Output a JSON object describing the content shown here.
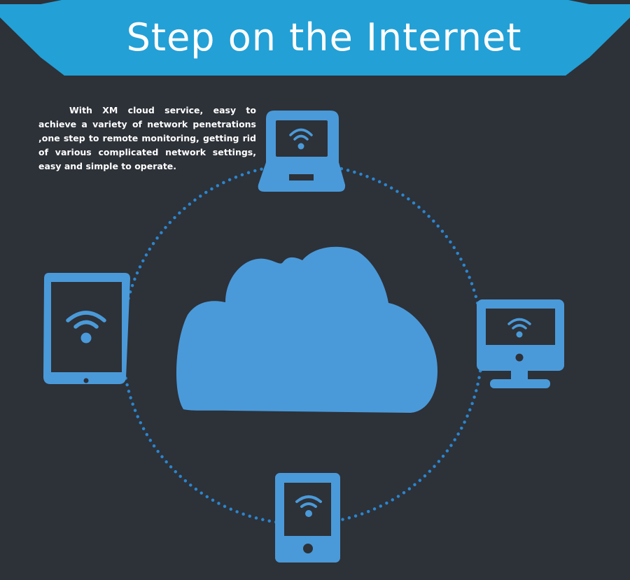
{
  "banner": {
    "title": "Step on the Internet"
  },
  "description": "With XM cloud service, easy to achieve a variety of network penetrations ,one step to remote monitoring, getting rid of various complicated network settings, easy and simple to operate.",
  "colors": {
    "background": "#2d3138",
    "banner": "#23a0d6",
    "icon": "#4a9ad9",
    "dots": "#2a86cf",
    "cloud": "#4a9ad9"
  },
  "devices": [
    {
      "name": "laptop",
      "icon": "laptop-icon"
    },
    {
      "name": "tablet",
      "icon": "tablet-icon"
    },
    {
      "name": "desktop-monitor",
      "icon": "monitor-icon"
    },
    {
      "name": "phone",
      "icon": "phone-icon"
    }
  ],
  "center": {
    "icon": "cloud-icon"
  }
}
